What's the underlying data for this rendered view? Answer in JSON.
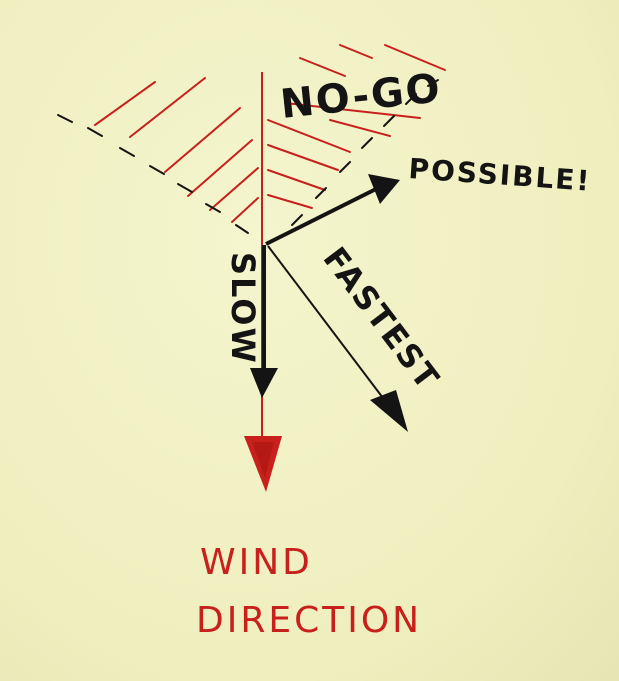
{
  "labels": {
    "no_go": "NO-GO",
    "possible": "POSSIBLE!",
    "slow": "SLOW",
    "fastest": "FASTEST",
    "wind_line1": "WIND",
    "wind_line2": "DIRECTION"
  },
  "colors": {
    "paper": "#f1f1c4",
    "ink_black": "#141414",
    "ink_red": "#c8201c"
  }
}
